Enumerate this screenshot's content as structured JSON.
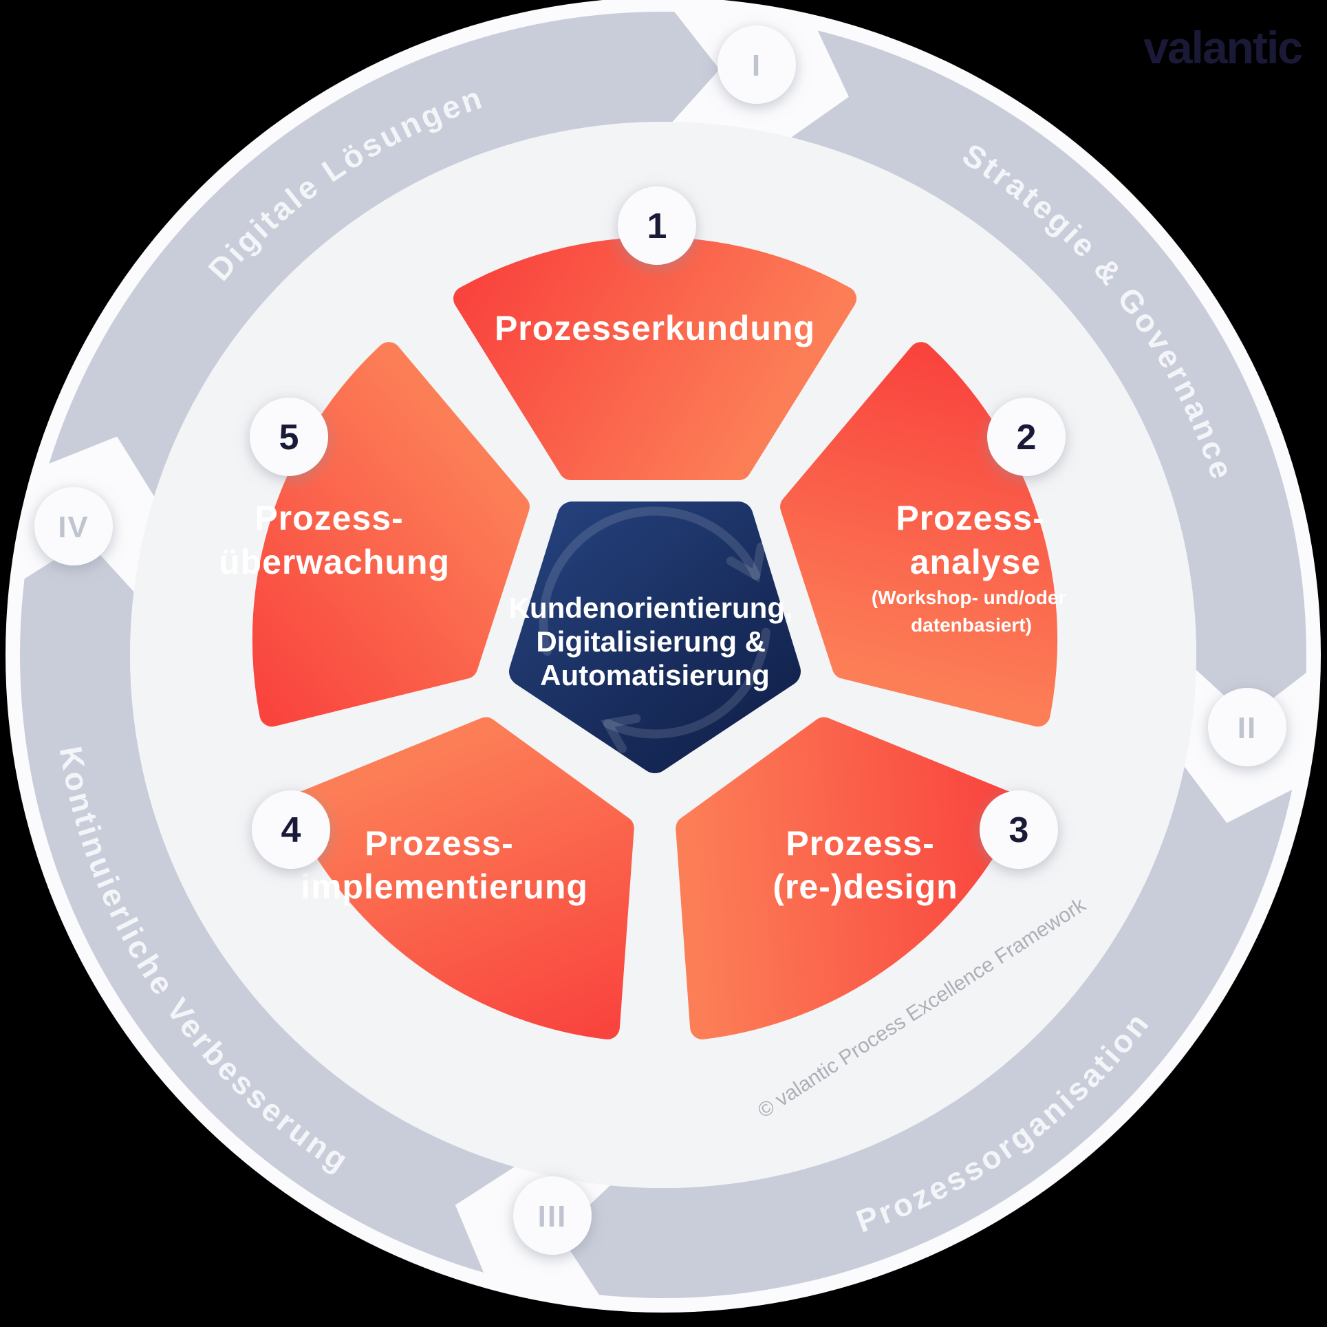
{
  "logo": {
    "text": "valantic"
  },
  "watermark": "© valantic Process Excellence Framework",
  "center_pentagon": {
    "line1": "Kundenorientierung,",
    "line2": "Digitalisierung &",
    "line3": "Automatisierung"
  },
  "steps": [
    {
      "number": "1",
      "lines": [
        "Prozesserkundung",
        ""
      ],
      "sublines": [
        "",
        ""
      ]
    },
    {
      "number": "2",
      "lines": [
        "Prozess-",
        "analyse"
      ],
      "sublines": [
        "(Workshop- und/oder",
        "datenbasiert)"
      ]
    },
    {
      "number": "3",
      "lines": [
        "Prozess-",
        "(re-)design"
      ],
      "sublines": [
        "",
        ""
      ]
    },
    {
      "number": "4",
      "lines": [
        "Prozess-",
        "implementierung"
      ],
      "sublines": [
        "",
        ""
      ]
    },
    {
      "number": "5",
      "lines": [
        "Prozess-",
        "überwachung"
      ],
      "sublines": [
        "",
        ""
      ]
    }
  ],
  "outer_ring": {
    "numerals": [
      "I",
      "II",
      "III",
      "IV"
    ],
    "labels": [
      "Strategie & Governance",
      "Prozessorganisation",
      "Kontinuierliche Verbesserung",
      "Digitale Lösungen"
    ]
  },
  "colors": {
    "background": "#000000",
    "outer-circle": "#FBFBFD",
    "inner-disc": "#F3F4F6",
    "ring": "#C8CDD9",
    "ring-label": "#F8F9FB",
    "numeral-circle": "#FBFBFD",
    "numeral-text": "#BFC4CF",
    "segment-red": "#F9443E",
    "segment-orange": "#FC7E57",
    "segment-label": "#FFFFFF",
    "pentagon-top": "#24407A",
    "pentagon-bottom": "#101F48",
    "pentagon-label": "#FFFFFF",
    "number-text": "#1A1A38",
    "logo-color": "#1A1A38",
    "watermark-color": "#9B9FA8"
  }
}
